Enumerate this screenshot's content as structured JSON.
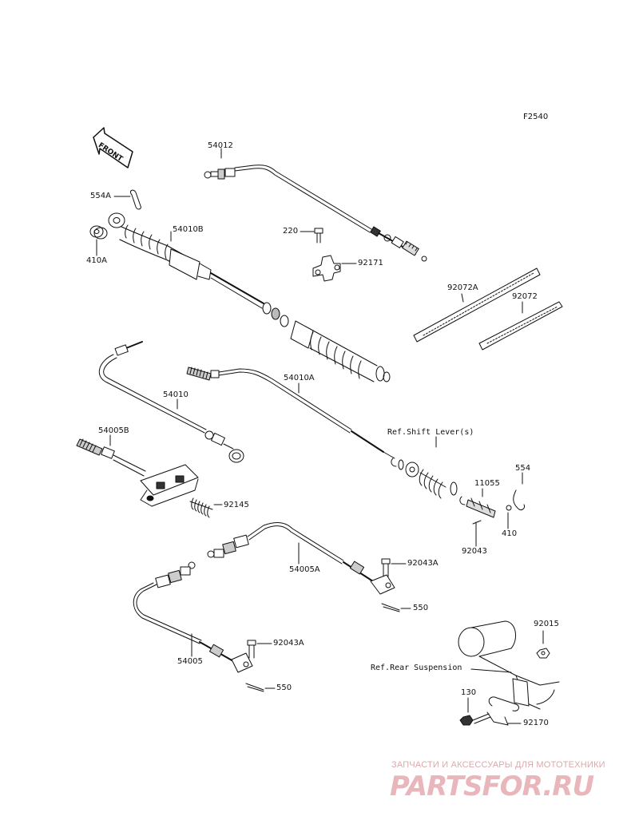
{
  "diagram": {
    "figure_code": "F2540",
    "front_label": "FRONT",
    "refs": {
      "shift_lever": "Ref.Shift Lever(s)",
      "rear_suspension": "Ref.Rear Suspension"
    },
    "part_numbers": [
      "54012",
      "554A",
      "410A",
      "54010B",
      "220",
      "92171",
      "92072A",
      "92072",
      "54010",
      "54010A",
      "54005B",
      "92145",
      "11055",
      "554",
      "410",
      "92043",
      "54005A",
      "92043A",
      "550",
      "54005",
      "92043A",
      "550",
      "92015",
      "130",
      "92170"
    ]
  },
  "watermark": {
    "line1": "ЗАПЧАСТИ И АКСЕССУАРЫ ДЛЯ МОТОТЕХНИКИ",
    "line2": "PARTSFOR.RU"
  },
  "colors": {
    "ink": "#111111",
    "watermark": "#e8b6bb"
  }
}
